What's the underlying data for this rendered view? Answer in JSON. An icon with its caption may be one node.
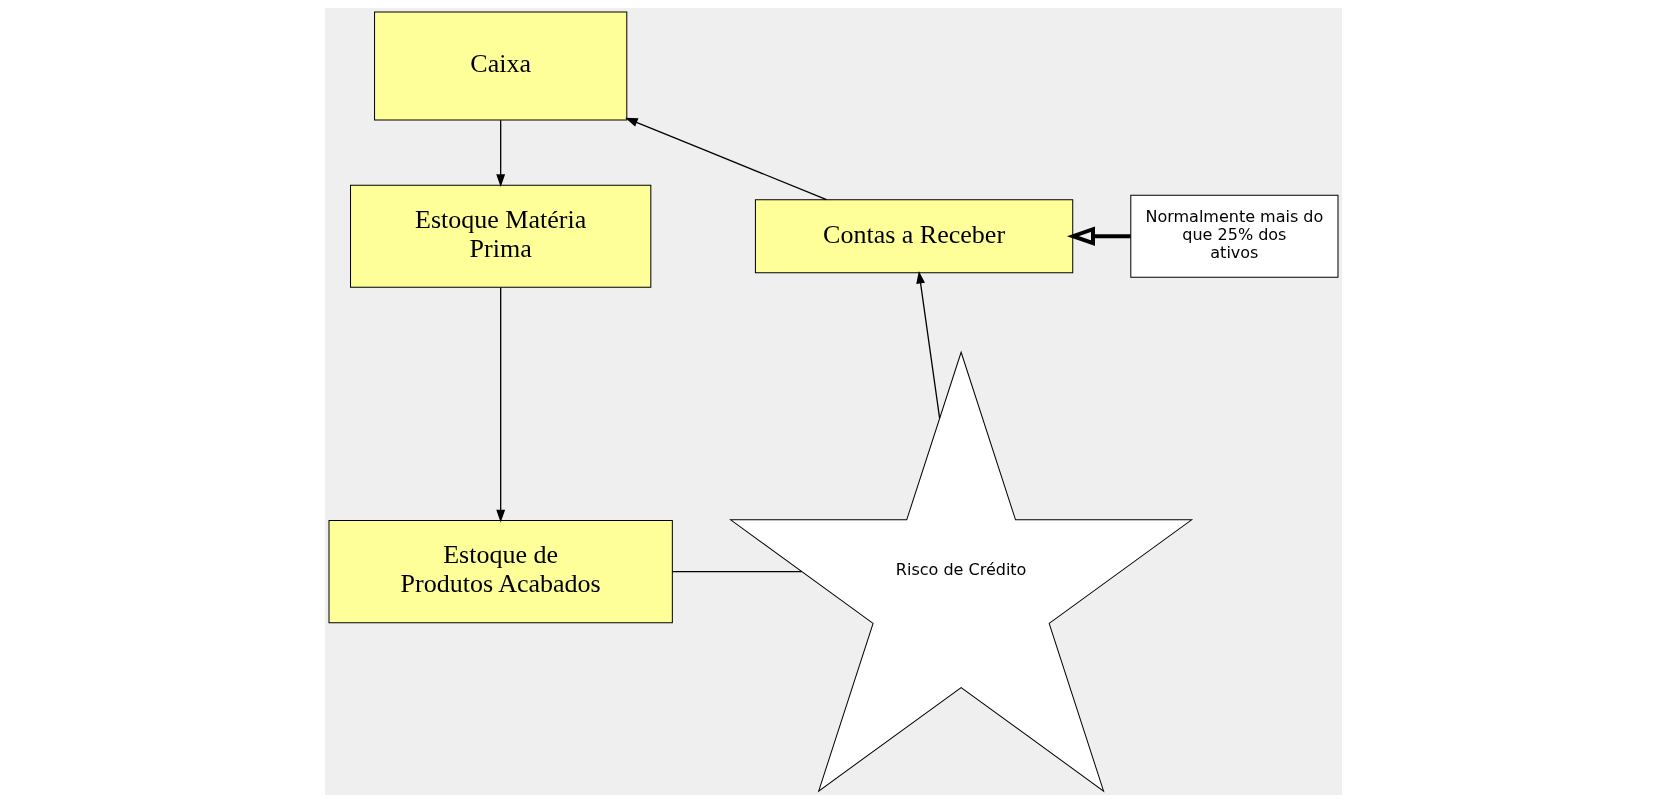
{
  "diagram": {
    "nodes": [
      {
        "text": [
          "Caixa"
        ]
      },
      {
        "text": [
          "Contas a Receber"
        ]
      },
      {
        "text": [
          "Normalmente mais do que 25% dos ativos"
        ]
      },
      {
        "text": [
          "Estoque Matéria Prima"
        ]
      },
      {
        "text": [
          "Estoque de Produtos Acabados"
        ]
      },
      {
        "text": [
          "Risco de Crédito"
        ]
      }
    ],
    "edges": [
      {
        "from": 1,
        "to": 0,
        "arrow": "to"
      },
      {
        "from": 0,
        "to": 3,
        "arrow": "to"
      },
      {
        "from": 3,
        "to": 4,
        "arrow": "to"
      },
      {
        "from": 4,
        "to": 5,
        "arrow": "none"
      },
      {
        "from": 5,
        "to": 1,
        "arrow": "to"
      },
      {
        "from": 2,
        "to": 1,
        "arrow": "to",
        "style": "thick"
      }
    ]
  }
}
